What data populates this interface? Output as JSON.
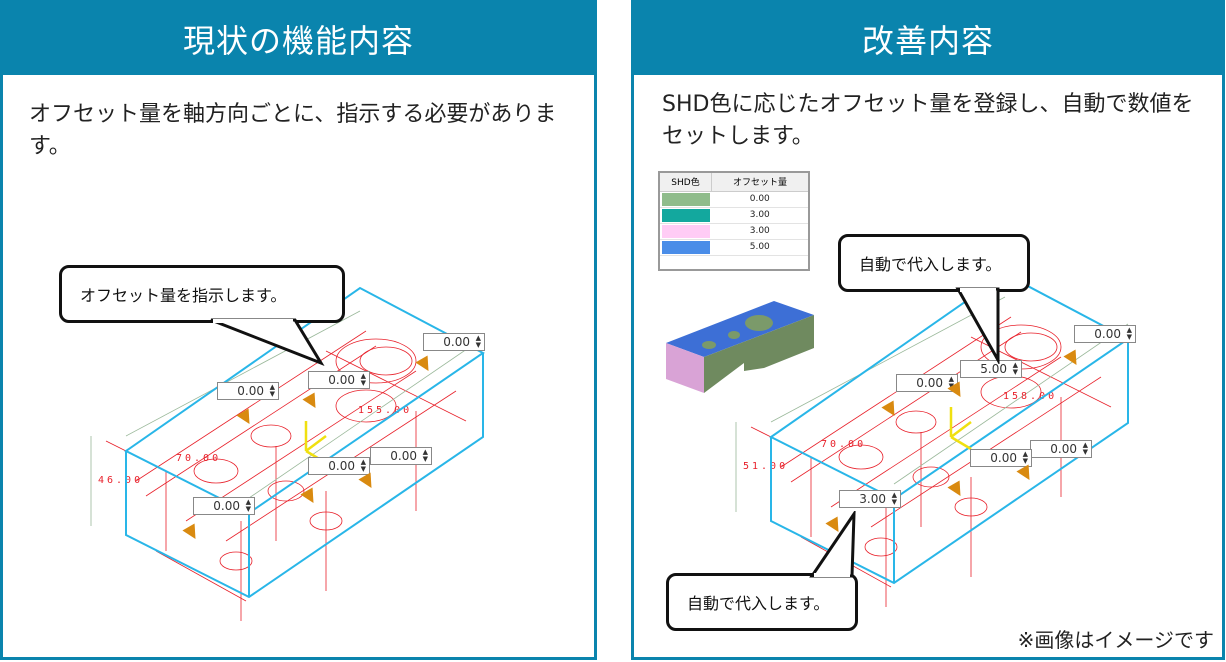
{
  "left": {
    "title": "現状の機能内容",
    "description": "オフセット量を軸方向ごとに、指示する必要があります。",
    "callout": "オフセット量を指示します。",
    "dims": [
      "70.00",
      "46.00",
      "155.00"
    ],
    "inputs": [
      "0.00",
      "0.00",
      "0.00",
      "0.00",
      "0.00",
      "0.00"
    ]
  },
  "right": {
    "title": "改善内容",
    "description": "SHD色に応じたオフセット量を登録し、自動で数値をセットします。",
    "table": {
      "headers": [
        "SHD色",
        "オフセット量"
      ],
      "rows": [
        {
          "color": "#8fbc8b",
          "value": "0.00"
        },
        {
          "color": "#13a89e",
          "value": "3.00"
        },
        {
          "color": "#ffccf5",
          "value": "3.00"
        },
        {
          "color": "#4a8de8",
          "value": "5.00"
        }
      ]
    },
    "callout_top": "自動で代入します。",
    "callout_bottom": "自動で代入します。",
    "dims": [
      "70.00",
      "51.00",
      "158.00"
    ],
    "inputs": [
      "0.00",
      "5.00",
      "0.00",
      "0.00",
      "0.00",
      "3.00"
    ],
    "note": "※画像はイメージです"
  },
  "colors": {
    "header": "#0a84ad",
    "box": "#29b6e8",
    "wire": "#e8202a"
  }
}
